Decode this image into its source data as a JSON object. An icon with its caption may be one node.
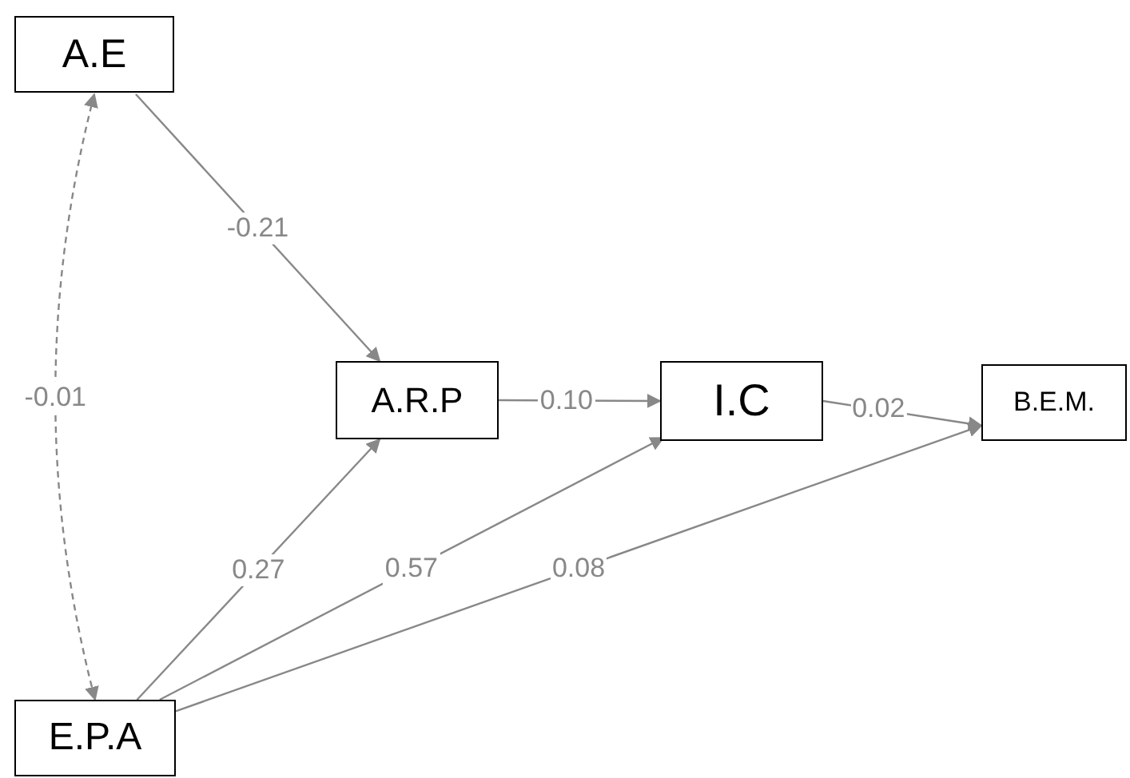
{
  "diagram": {
    "nodes": [
      {
        "text": [
          "A.E"
        ]
      },
      {
        "text": [
          "A.R.P"
        ]
      },
      {
        "text": [
          "I.C"
        ]
      },
      {
        "text": [
          "B.E.M."
        ]
      },
      {
        "text": [
          "E.P.A"
        ]
      }
    ],
    "edges": [
      {
        "from": 0,
        "to": 1,
        "arrow": "to",
        "label": "-0.21"
      },
      {
        "from": 0,
        "to": 4,
        "arrow": "both",
        "label": "-0.01",
        "style": "dashed"
      },
      {
        "from": 1,
        "to": 2,
        "arrow": "to",
        "label": "0.10"
      },
      {
        "from": 2,
        "to": 3,
        "arrow": "to",
        "label": "0.02"
      },
      {
        "from": 4,
        "to": 1,
        "arrow": "to",
        "label": "0.27"
      },
      {
        "from": 4,
        "to": 2,
        "arrow": "to",
        "label": "0.57"
      },
      {
        "from": 4,
        "to": 3,
        "arrow": "to",
        "label": "0.08"
      }
    ]
  }
}
